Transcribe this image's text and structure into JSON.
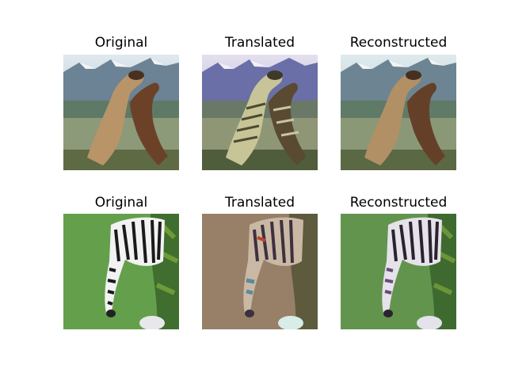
{
  "rows": [
    {
      "titles": [
        "Original",
        "Translated",
        "Reconstructed"
      ],
      "images": [
        {
          "subject": "horses-rearing",
          "variant": "original"
        },
        {
          "subject": "horses-rearing",
          "variant": "translated-to-zebra"
        },
        {
          "subject": "horses-rearing",
          "variant": "reconstructed"
        }
      ]
    },
    {
      "titles": [
        "Original",
        "Translated",
        "Reconstructed"
      ],
      "images": [
        {
          "subject": "zebra-grazing",
          "variant": "original"
        },
        {
          "subject": "zebra-grazing",
          "variant": "translated-to-horse"
        },
        {
          "subject": "zebra-grazing",
          "variant": "reconstructed"
        }
      ]
    }
  ]
}
